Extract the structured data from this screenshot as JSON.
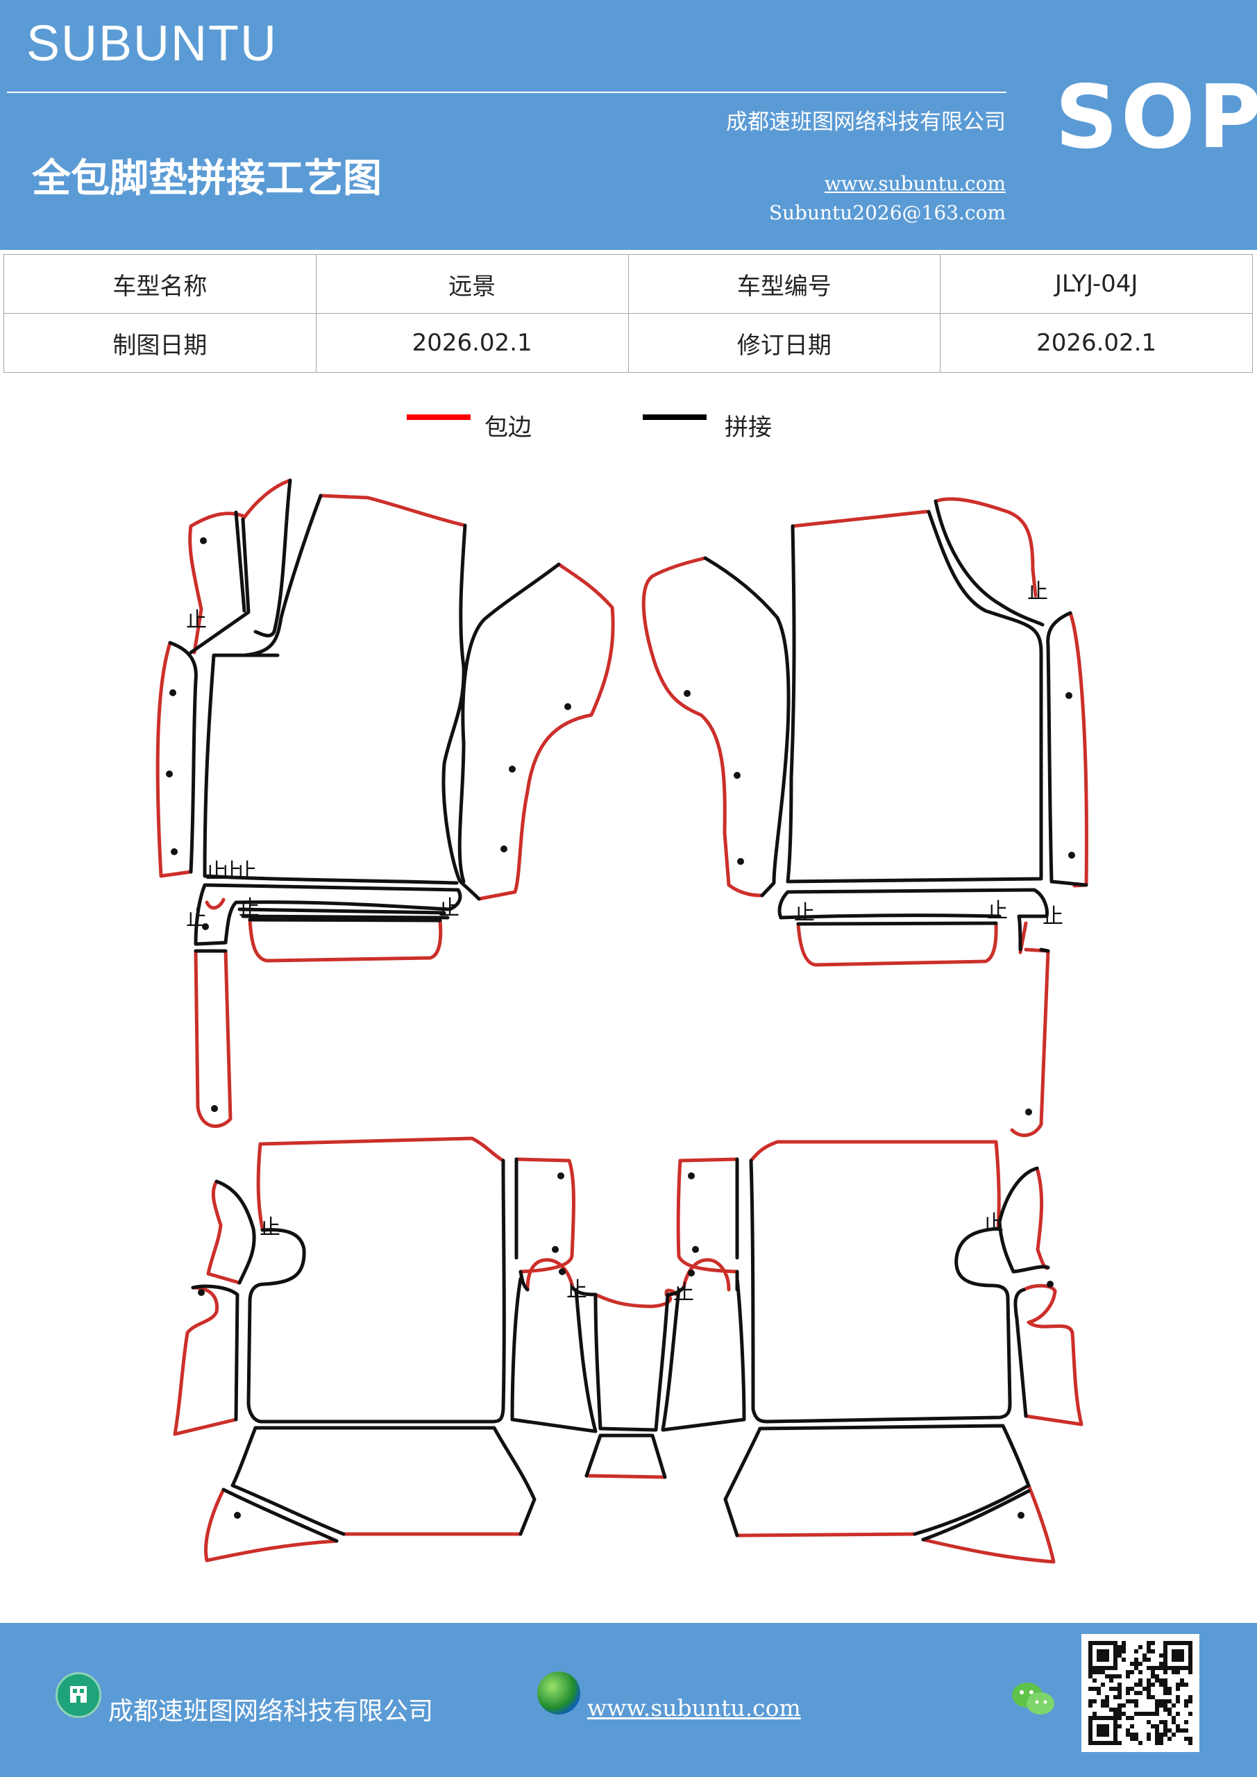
{
  "header": {
    "brand": "SUBUNTU",
    "company": "成都速班图网络科技有限公司",
    "title": "全包脚垫拼接工艺图",
    "website": "www.subuntu.com",
    "email": "Subuntu2026@163.com",
    "badge": "SOP",
    "background_color": "#5b9bd5"
  },
  "info_table": {
    "rows": [
      [
        "车型名称",
        "远景",
        "车型编号",
        "JLYJ-04J"
      ],
      [
        "制图日期",
        "2026.02.1",
        "修订日期",
        "2026.02.1"
      ]
    ]
  },
  "legend": {
    "items": [
      {
        "label": "包边",
        "color": "#ff0000"
      },
      {
        "label": "拼接",
        "color": "#000000"
      }
    ]
  },
  "diagram": {
    "edge_color": "#cc2f2a",
    "seam_color": "#111111",
    "marker_glyph": "止"
  },
  "footer": {
    "company": "成都速班图网络科技有限公司",
    "website": "www.subuntu.com",
    "icons": [
      "building-icon",
      "globe-icon",
      "wechat-icon",
      "qr-code"
    ]
  }
}
